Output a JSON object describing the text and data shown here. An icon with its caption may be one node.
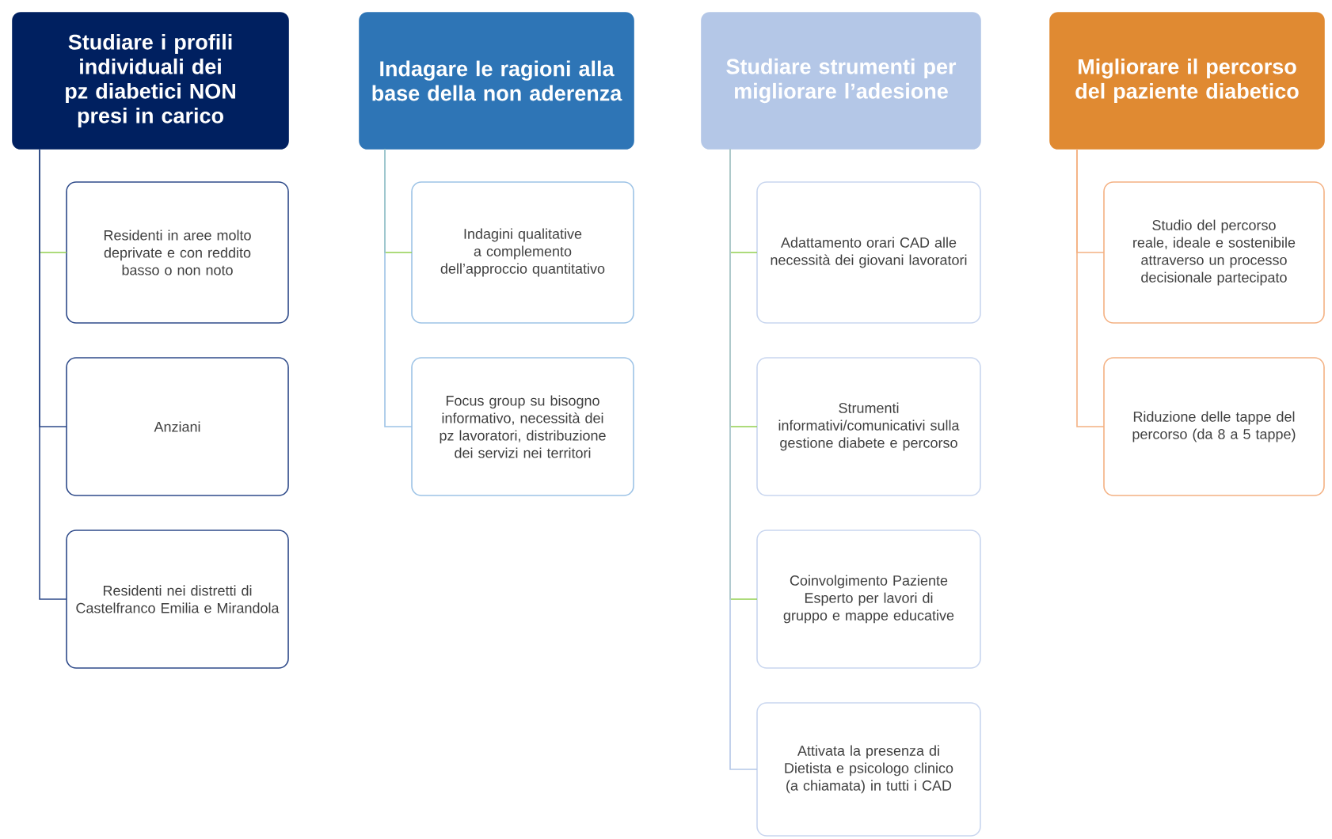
{
  "diagram": {
    "nodes": [
      {
        "text": [
          "Studiare i profili individuali dei pz diabetici NON presi in carico"
        ]
      },
      {
        "text": [
          "Residenti in aree molto deprivate e con reddito basso o non noto"
        ]
      },
      {
        "text": [
          "Anziani"
        ]
      },
      {
        "text": [
          "Residenti nei distretti di Castelfranco Emilia e Mirandola"
        ]
      },
      {
        "text": [
          "Indagare le ragioni alla base della non aderenza"
        ]
      },
      {
        "text": [
          "Indagini qualitative a complemento dell’approccio quantitativo"
        ]
      },
      {
        "text": [
          "Focus group su bisogno informativo, necessità dei pz lavoratori, distribuzione dei servizi nei territori"
        ]
      },
      {
        "text": [
          "Studiare strumenti per migliorare l’adesione"
        ]
      },
      {
        "text": [
          "Adattamento orari CAD alle necessità dei giovani lavoratori"
        ]
      },
      {
        "text": [
          "Strumenti informativi/comunicativi sulla gestione diabete e percorso"
        ]
      },
      {
        "text": [
          "Coinvolgimento Paziente Esperto per lavori di gruppo e mappe educative"
        ]
      },
      {
        "text": [
          "Attivata la presenza di Dietista e psicologo clinico (a chiamata) in tutti i CAD"
        ]
      },
      {
        "text": [
          "Migliorare il percorso del paziente diabetico"
        ]
      },
      {
        "text": [
          "Studio del percorso reale, ideale e sostenibile attraverso un processo decisionale partecipato"
        ]
      },
      {
        "text": [
          "Riduzione delle tappe del percorso (da 8 a 5 tappe)"
        ]
      }
    ],
    "edges": [
      {
        "from": 0,
        "to": 1,
        "arrow": "none",
        "color": "#92d050"
      },
      {
        "from": 0,
        "to": 2,
        "arrow": "none",
        "color": "#2f4b8a"
      },
      {
        "from": 0,
        "to": 3,
        "arrow": "none",
        "color": "#2f4b8a"
      },
      {
        "from": 4,
        "to": 5,
        "arrow": "none",
        "color": "#92d050"
      },
      {
        "from": 4,
        "to": 6,
        "arrow": "none",
        "color": "#9dc3e6"
      },
      {
        "from": 7,
        "to": 8,
        "arrow": "none",
        "color": "#92d050"
      },
      {
        "from": 7,
        "to": 9,
        "arrow": "none",
        "color": "#92d050"
      },
      {
        "from": 7,
        "to": 10,
        "arrow": "none",
        "color": "#92d050"
      },
      {
        "from": 7,
        "to": 11,
        "arrow": "none",
        "color": "#b4c7e7"
      },
      {
        "from": 12,
        "to": 13,
        "arrow": "none",
        "color": "#f4b183"
      },
      {
        "from": 12,
        "to": 14,
        "arrow": "none",
        "color": "#f4b183"
      }
    ]
  }
}
